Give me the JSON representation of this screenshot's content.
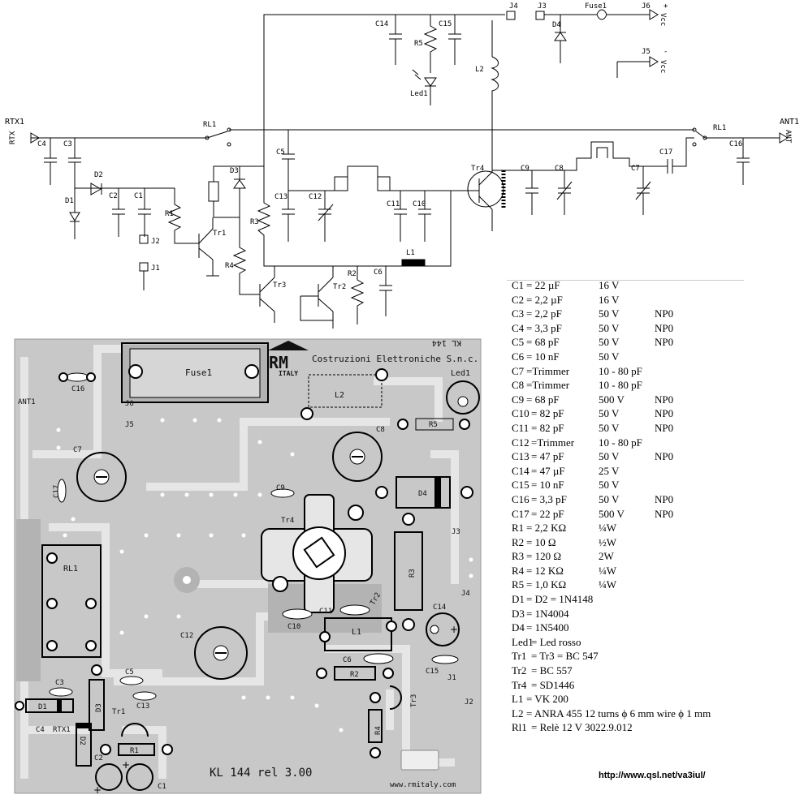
{
  "schematic": {
    "labels": {
      "rtx1": "RTX1",
      "rtx1_side": "RTX",
      "ant1": "ANT1",
      "ant1_side": "ANT",
      "rl1_left": "RL1",
      "rl1_right": "RL1",
      "j1": "J1",
      "j2": "J2",
      "j3": "J3",
      "j4": "J4",
      "j5": "J5",
      "j6": "J6",
      "vcc_plus": "+",
      "vcc_gnd": "-",
      "vcc": "Vcc",
      "fuse1": "Fuse1",
      "c1": "C1",
      "c2": "C2",
      "c3": "C3",
      "c4": "C4",
      "c5": "C5",
      "c6": "C6",
      "c7": "C7",
      "c8": "C8",
      "c9": "C9",
      "c10": "C10",
      "c11": "C11",
      "c12": "C12",
      "c13": "C13",
      "c14": "C14",
      "c15": "C15",
      "c16": "C16",
      "c17": "C17",
      "d1": "D1",
      "d2": "D2",
      "d3": "D3",
      "d4": "D4",
      "r1": "R1",
      "r2": "R2",
      "r3": "R3",
      "r4": "R4",
      "r5": "R5",
      "l1": "L1",
      "l2": "L2",
      "tr1": "Tr1",
      "tr2": "Tr2",
      "tr3": "Tr3",
      "tr4": "Tr4",
      "led1": "Led1"
    }
  },
  "pcb": {
    "brand_logo": "RM",
    "brand_logo_sub": "ITALY",
    "brand_name": "Costruzioni Elettroniche S.n.c.",
    "model_corner": "KL 144",
    "board_title": "KL 144 rel 3.00",
    "website": "www.rmitaly.com",
    "labels": {
      "fuse1": "Fuse1",
      "led1": "Led1",
      "c16": "C16",
      "ant1": "ANT1",
      "j6": "J6",
      "j5": "J5",
      "l2": "L2",
      "c8": "C8",
      "r5": "R5",
      "c7": "C7",
      "c17": "C17",
      "c9": "C9",
      "d4": "D4",
      "j3": "J3",
      "tr4": "Tr4",
      "rl1": "RL1",
      "r3": "R3",
      "j4": "J4",
      "c14": "C14",
      "tr2": "Tr2",
      "c11": "C11",
      "c10": "C10",
      "l1": "L1",
      "c12": "C12",
      "c15": "C15",
      "c6": "C6",
      "r2": "R2",
      "j1": "J1",
      "c3": "C3",
      "c5": "C5",
      "d3": "D3",
      "d1": "D1",
      "tr3": "Tr3",
      "j2": "J2",
      "tr1": "Tr1",
      "c13": "C13",
      "c4": "C4",
      "rtx1": "RTX1",
      "d2": "D2",
      "r1": "R1",
      "r4": "R4",
      "c2": "C2",
      "c1": "C1"
    }
  },
  "bom": {
    "rows": [
      {
        "ref": "C1",
        "value": "= 22 µF",
        "voltage": "16 V",
        "type": ""
      },
      {
        "ref": "C2",
        "value": "= 2,2 µF",
        "voltage": "16 V",
        "type": ""
      },
      {
        "ref": "C3",
        "value": "= 2,2 pF",
        "voltage": "50 V",
        "type": "NP0"
      },
      {
        "ref": "C4",
        "value": "= 3,3 pF",
        "voltage": "50 V",
        "type": "NP0"
      },
      {
        "ref": "C5",
        "value": "= 68 pF",
        "voltage": "50 V",
        "type": "NP0"
      },
      {
        "ref": "C6",
        "value": "= 10 nF",
        "voltage": "50 V",
        "type": ""
      },
      {
        "ref": "C7",
        "value": "=Trimmer",
        "voltage": "10 - 80 pF",
        "type": ""
      },
      {
        "ref": "C8",
        "value": "=Trimmer",
        "voltage": "10 - 80 pF",
        "type": ""
      },
      {
        "ref": "C9",
        "value": "= 68 pF",
        "voltage": "500 V",
        "type": "NP0"
      },
      {
        "ref": "C10",
        "value": "= 82 pF",
        "voltage": "50 V",
        "type": "NP0"
      },
      {
        "ref": "C11",
        "value": "= 82 pF",
        "voltage": "50 V",
        "type": "NP0"
      },
      {
        "ref": "C12",
        "value": "=Trimmer",
        "voltage": "10 - 80 pF",
        "type": ""
      },
      {
        "ref": "C13",
        "value": "= 47 pF",
        "voltage": "50 V",
        "type": "NP0"
      },
      {
        "ref": "C14",
        "value": "= 47 µF",
        "voltage": "25 V",
        "type": ""
      },
      {
        "ref": "C15",
        "value": "= 10 nF",
        "voltage": "50 V",
        "type": ""
      },
      {
        "ref": "C16",
        "value": "= 3,3 pF",
        "voltage": "50 V",
        "type": "NP0"
      },
      {
        "ref": "C17",
        "value": "= 22 pF",
        "voltage": "500 V",
        "type": "NP0"
      },
      {
        "ref": "R1",
        "value": "= 2,2 KΩ",
        "voltage": "¼W",
        "type": ""
      },
      {
        "ref": "R2",
        "value": "= 10 Ω",
        "voltage": "½W",
        "type": ""
      },
      {
        "ref": "R3",
        "value": "= 120 Ω",
        "voltage": "2W",
        "type": ""
      },
      {
        "ref": "R4",
        "value": "= 12 KΩ",
        "voltage": "¼W",
        "type": ""
      },
      {
        "ref": "R5",
        "value": "= 1,0 KΩ",
        "voltage": "¼W",
        "type": ""
      },
      {
        "ref": "D1",
        "value": "= D2 =  1N4148",
        "voltage": "",
        "type": ""
      },
      {
        "ref": "D3",
        "value": "= 1N4004",
        "voltage": "",
        "type": ""
      },
      {
        "ref": "D4",
        "value": "= 1N5400",
        "voltage": "",
        "type": ""
      },
      {
        "ref": "Led1",
        "value": "= Led rosso",
        "voltage": "",
        "type": ""
      },
      {
        "ref": "Tr1",
        "value": "= Tr3 = BC 547",
        "voltage": "",
        "type": ""
      },
      {
        "ref": "Tr2",
        "value": "= BC 557",
        "voltage": "",
        "type": ""
      },
      {
        "ref": "Tr4",
        "value": "= SD1446",
        "voltage": "",
        "type": ""
      },
      {
        "ref": "L1",
        "value": "= VK 200",
        "voltage": "",
        "type": ""
      },
      {
        "ref": "L2",
        "value": "= ANRA 455 12 turns ϕ 6 mm wire ϕ 1 mm",
        "voltage": "",
        "type": ""
      },
      {
        "ref": "Rl1",
        "value": "= Relè 12 V 3022.9.012",
        "voltage": "",
        "type": ""
      }
    ]
  },
  "footer": {
    "url": "http://www.qsl.net/va3iul/"
  },
  "colors": {
    "pcb_board": "#c8c8c8",
    "pcb_copper": "#b3b3b3",
    "pcb_traces": "#e6e6e6",
    "pcb_silkscreen": "#111111",
    "schematic_line": "#000000"
  }
}
